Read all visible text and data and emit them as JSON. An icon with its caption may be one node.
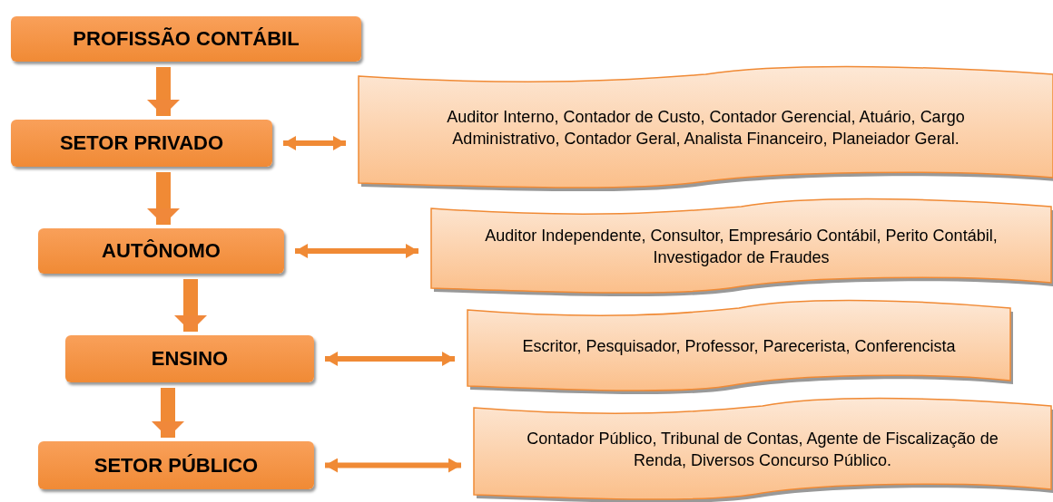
{
  "diagram": {
    "nodes": [
      {
        "text": [
          "PROFISSÃO CONTÁBIL"
        ]
      },
      {
        "text": [
          "SETOR PRIVADO"
        ]
      },
      {
        "text": [
          "AUTÔNOMO"
        ]
      },
      {
        "text": [
          "ENSINO"
        ]
      },
      {
        "text": [
          "SETOR PÚBLICO"
        ]
      },
      {
        "text": [
          "Auditor Interno, Contador de Custo, Contador Gerencial, Atuário, Cargo Administrativo, Contador Geral, Analista Financeiro, Planeiador Geral."
        ]
      },
      {
        "text": [
          "Auditor Independente, Consultor, Empresário Contábil, Perito Contábil, Investigador de Fraudes"
        ]
      },
      {
        "text": [
          "Escritor, Pesquisador, Professor, Parecerista, Conferencista"
        ]
      },
      {
        "text": [
          "Contador Público, Tribunal de Contas, Agente de Fiscalização de Renda, Diversos Concurso Público."
        ]
      }
    ],
    "edges": [
      {
        "from": 0,
        "to": 1,
        "arrow": "to",
        "style": "thick"
      },
      {
        "from": 1,
        "to": 2,
        "arrow": "to",
        "style": "thick"
      },
      {
        "from": 2,
        "to": 3,
        "arrow": "to",
        "style": "thick"
      },
      {
        "from": 3,
        "to": 4,
        "arrow": "to",
        "style": "thick"
      },
      {
        "from": 1,
        "to": 5,
        "arrow": "both"
      },
      {
        "from": 2,
        "to": 6,
        "arrow": "both"
      },
      {
        "from": 3,
        "to": 7,
        "arrow": "both"
      },
      {
        "from": 4,
        "to": 8,
        "arrow": "both"
      }
    ]
  }
}
